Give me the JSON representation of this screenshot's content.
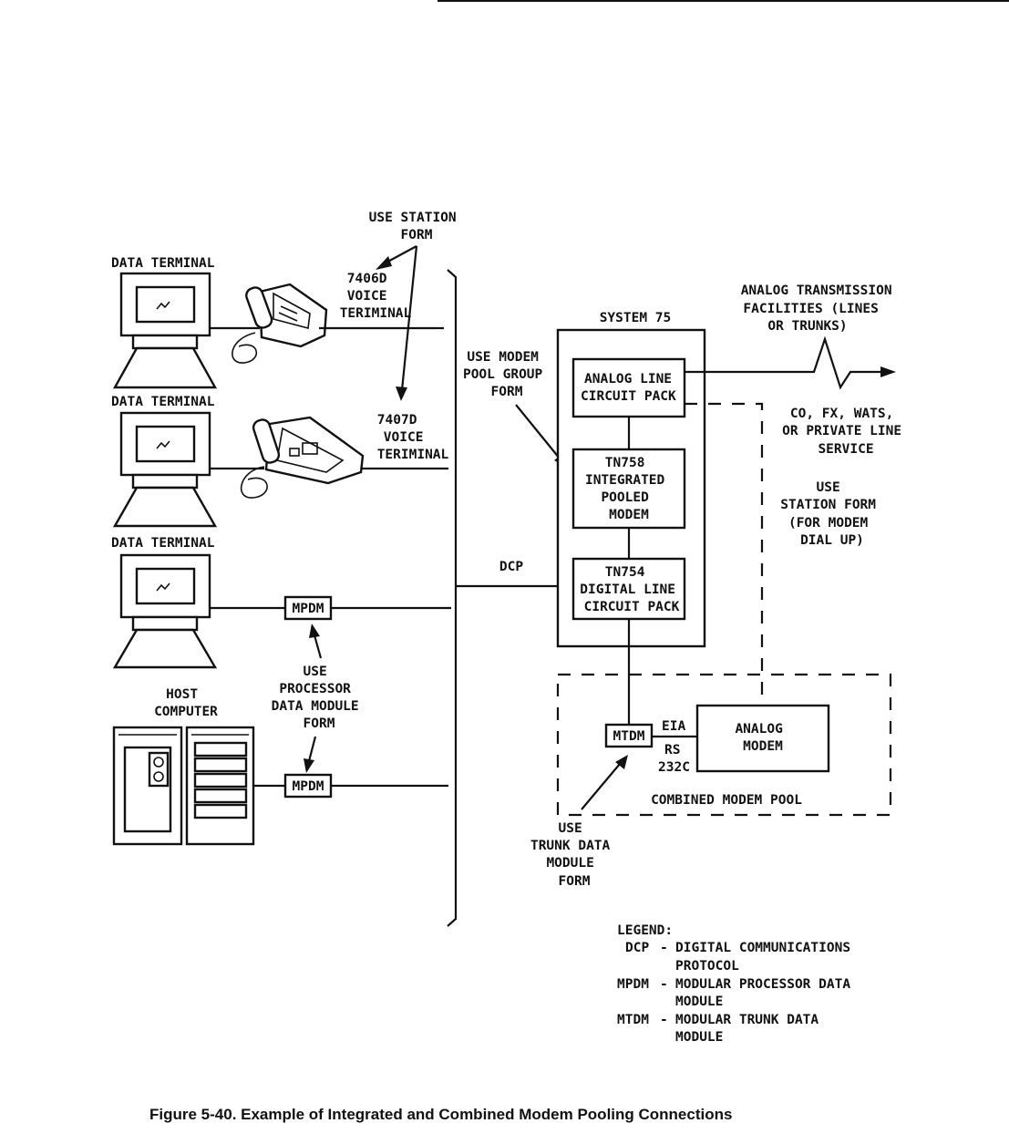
{
  "labels": {
    "data_terminal_1": "DATA TERMINAL",
    "data_terminal_2": "DATA TERMINAL",
    "data_terminal_3": "DATA TERMINAL",
    "use_station_form": [
      "USE STATION",
      "FORM"
    ],
    "voice_7406d": [
      "7406D",
      "VOICE",
      "TERIMINAL"
    ],
    "voice_7407d": [
      "7407D",
      "VOICE",
      "TERIMINAL"
    ],
    "use_modem_pool_group_form": [
      "USE MODEM",
      "POOL GROUP",
      "FORM"
    ],
    "system_75": "SYSTEM 75",
    "analog_transmission": [
      "ANALOG TRANSMISSION",
      "FACILITIES (LINES",
      "OR TRUNKS)"
    ],
    "analog_line_circuit_pack": [
      "ANALOG LINE",
      "CIRCUIT PACK"
    ],
    "tn758": [
      "TN758",
      "INTEGRATED",
      "POOLED",
      "MODEM"
    ],
    "tn754": [
      "TN754",
      "DIGITAL LINE",
      "CIRCUIT PACK"
    ],
    "co_fx_wats": [
      "CO, FX, WATS,",
      "OR PRIVATE LINE",
      "SERVICE"
    ],
    "use_station_form_modem": [
      "USE",
      "STATION FORM",
      "(FOR MODEM",
      "DIAL UP)"
    ],
    "dcp": "DCP",
    "mpdm_1": "MPDM",
    "mpdm_2": "MPDM",
    "use_processor_data_module_form": [
      "USE",
      "PROCESSOR",
      "DATA MODULE",
      "FORM"
    ],
    "host_computer": [
      "HOST",
      "COMPUTER"
    ],
    "mtdm": "MTDM",
    "eia_rs232c": [
      "EIA",
      "RS",
      "232C"
    ],
    "analog_modem": [
      "ANALOG",
      "MODEM"
    ],
    "combined_modem_pool": "COMBINED MODEM POOL",
    "use_trunk_data_module_form": [
      "USE",
      "TRUNK DATA",
      "MODULE",
      "FORM"
    ]
  },
  "legend": {
    "title": "LEGEND:",
    "entries": [
      {
        "abbr": "DCP",
        "lines": [
          "DIGITAL COMMUNICATIONS",
          "PROTOCOL"
        ]
      },
      {
        "abbr": "MPDM",
        "lines": [
          "MODULAR PROCESSOR DATA",
          "MODULE"
        ]
      },
      {
        "abbr": "MTDM",
        "lines": [
          "MODULAR TRUNK DATA",
          "MODULE"
        ]
      }
    ]
  },
  "caption": "Figure 5-40. Example of Integrated and Combined Modem Pooling Connections"
}
